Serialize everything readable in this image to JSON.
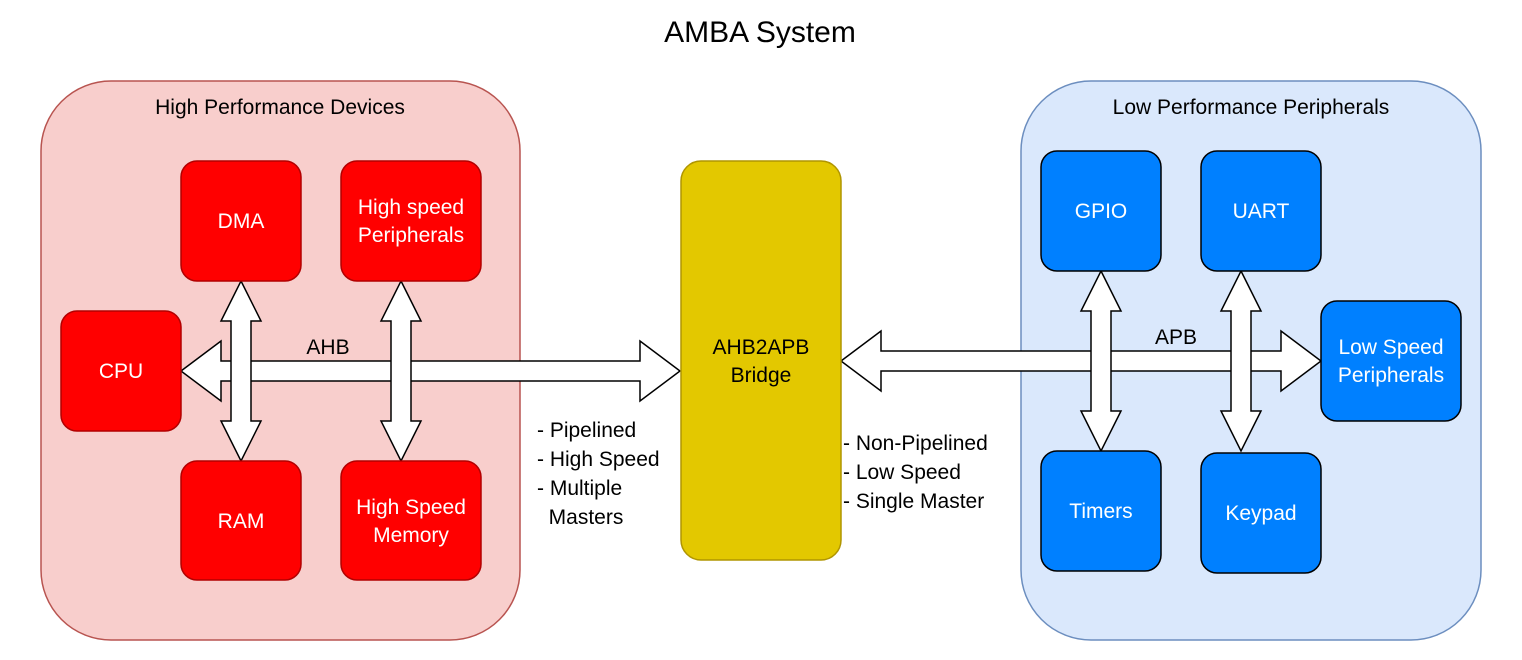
{
  "title": "AMBA System",
  "high_group": {
    "label": "High Performance Devices",
    "fill": "#f8cecc",
    "stroke": "#b85450"
  },
  "low_group": {
    "label": "Low Performance Peripherals",
    "fill": "#dae8fc",
    "stroke": "#6c8ebf"
  },
  "high_blocks": {
    "dma": [
      "DMA"
    ],
    "hsp": [
      "High speed",
      "Peripherals"
    ],
    "cpu": [
      "CPU"
    ],
    "ram": [
      "RAM"
    ],
    "hsm": [
      "High Speed",
      "Memory"
    ],
    "fill": "#ff0000",
    "stroke": "#b20000"
  },
  "bridge": {
    "lines": [
      "AHB2APB",
      "Bridge"
    ],
    "fill": "#e3c800",
    "stroke": "#b09500"
  },
  "low_blocks": {
    "gpio": [
      "GPIO"
    ],
    "uart": [
      "UART"
    ],
    "lsp": [
      "Low Speed",
      "Peripherals"
    ],
    "timers": [
      "Timers"
    ],
    "keypad": [
      "Keypad"
    ],
    "fill": "#0080ff",
    "stroke": "#000000"
  },
  "ahb_label": "AHB",
  "apb_label": "APB",
  "ahb_features": [
    "- Pipelined",
    "- High Speed",
    "- Multiple",
    "  Masters"
  ],
  "apb_features": [
    "- Non-Pipelined",
    "- Low Speed",
    "- Single Master"
  ]
}
